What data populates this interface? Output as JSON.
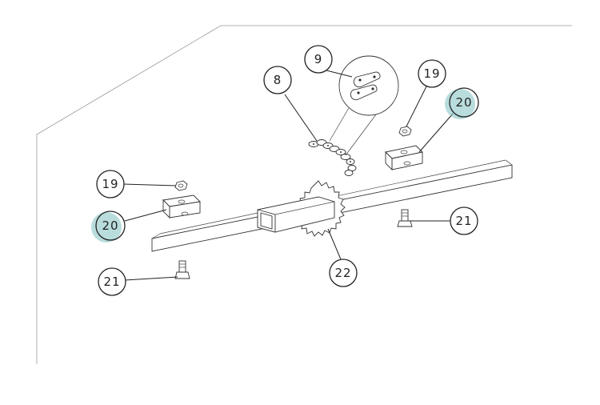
{
  "diagram": {
    "highlight_color": "#7fbfc0",
    "callouts": [
      {
        "label": "9"
      },
      {
        "label": "8"
      },
      {
        "label": "19"
      },
      {
        "label": "20"
      },
      {
        "label": "19"
      },
      {
        "label": "20"
      },
      {
        "label": "21"
      },
      {
        "label": "21"
      },
      {
        "label": "22"
      }
    ],
    "parts": [
      {
        "name": "chain"
      },
      {
        "name": "chain-link-detail"
      },
      {
        "name": "square-shaft"
      },
      {
        "name": "sprocket"
      },
      {
        "name": "bracket"
      },
      {
        "name": "nut"
      },
      {
        "name": "bolt"
      }
    ]
  }
}
